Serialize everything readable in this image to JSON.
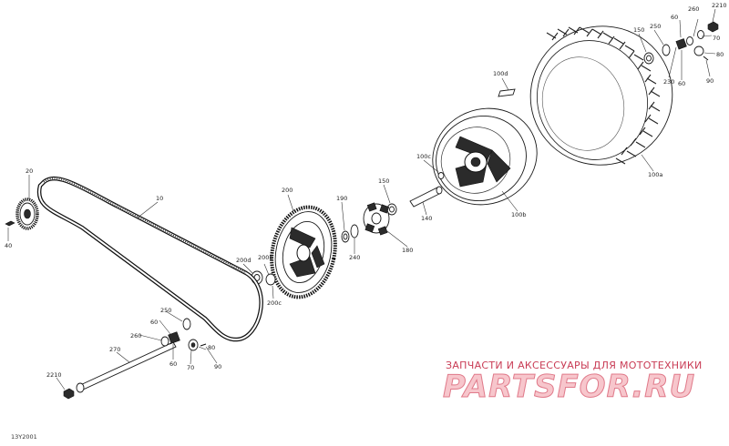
{
  "diagram_code": "13Y2001",
  "watermark": {
    "top_text": "ЗАПЧАСТИ И АКСЕССУАРЫ ДЛЯ МОТОТЕХНИКИ",
    "logo_text": "PARTSFOR.RU"
  },
  "callouts": {
    "c10": "10",
    "c20": "20",
    "c40": "40",
    "c60a": "60",
    "c60b": "60",
    "c60c": "60",
    "c60d": "60",
    "c70a": "70",
    "c70b": "70",
    "c80a": "80",
    "c80b": "80",
    "c90a": "90",
    "c90b": "90",
    "c100a": "100a",
    "c100b": "100b",
    "c100c": "100c",
    "c100d": "100d",
    "c140": "140",
    "c150a": "150",
    "c150b": "150",
    "c180": "180",
    "c190": "190",
    "c200": "200",
    "c200b": "200b",
    "c200c": "200c",
    "c200d": "200d",
    "c230": "230",
    "c240": "240",
    "c250a": "250",
    "c250b": "250",
    "c260a": "260",
    "c260b": "260",
    "c270": "270",
    "c2210a": "2210",
    "c2210b": "2210"
  }
}
